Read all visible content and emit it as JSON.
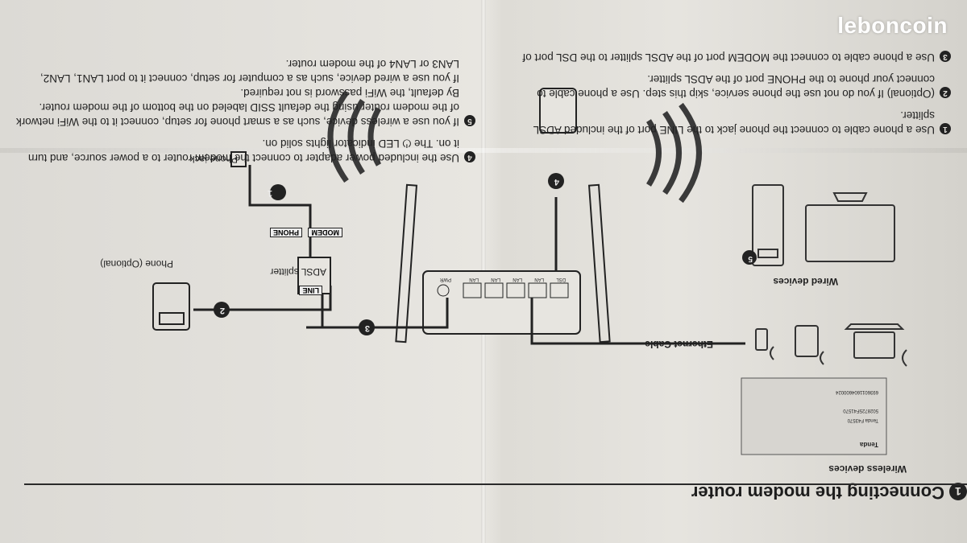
{
  "watermark": "leboncoin",
  "heading": {
    "number": "1",
    "title": "Connecting the modem router"
  },
  "sections": {
    "wireless": "Wireless devices",
    "wired": "Wired devices",
    "wired_number": "5"
  },
  "diagram_labels": {
    "phone_jack": "Phone jack",
    "phone_optional": "Phone (Optional)",
    "adsl_splitter": "ADSL splitter",
    "ethernet_cable": "Ethernet Cable",
    "port_line": "LINE",
    "port_phone": "PHONE",
    "port_modem": "MODEM",
    "router_ports": [
      "DSL",
      "LAN",
      "LAN",
      "LAN",
      "LAN",
      "PWR"
    ],
    "callouts": [
      "1",
      "2",
      "3",
      "4"
    ]
  },
  "label_sticker": {
    "brand": "Tenda",
    "serial": "6936011604600024",
    "model": "Tenda F43570",
    "ean": "5028725F41570"
  },
  "steps": [
    {
      "n": "1",
      "lines": [
        "Use a phone cable to connect the phone jack to the LINE port of the included ADSL",
        "splitter."
      ]
    },
    {
      "n": "2",
      "lines": [
        "(Optional) If you do not use the phone service, skip this step. Use a phone cable to",
        "connect your phone to the PHONE port of the ADSL splitter."
      ]
    },
    {
      "n": "3",
      "lines": [
        "Use a phone cable to connect the MODEM port of the ADSL splitter to the DSL port of"
      ]
    },
    {
      "n": "4",
      "lines": [
        "Use the included power adapter to connect the modem router to a power source, and turn",
        "it on. The ⏻ LED indicator lights solid on."
      ]
    },
    {
      "n": "5",
      "lines": [
        "If you use a wireless device, such as a smart phone for setup, connect it to the WiFi network",
        "of the modem router using the default SSID labeled on the bottom of the modem router.",
        "By default, the WiFi password is not required.",
        "If you use a wired device, such as a computer for setup, connect it to port LAN1, LAN2,",
        "LAN3 or LAN4 of the modem router."
      ]
    }
  ]
}
